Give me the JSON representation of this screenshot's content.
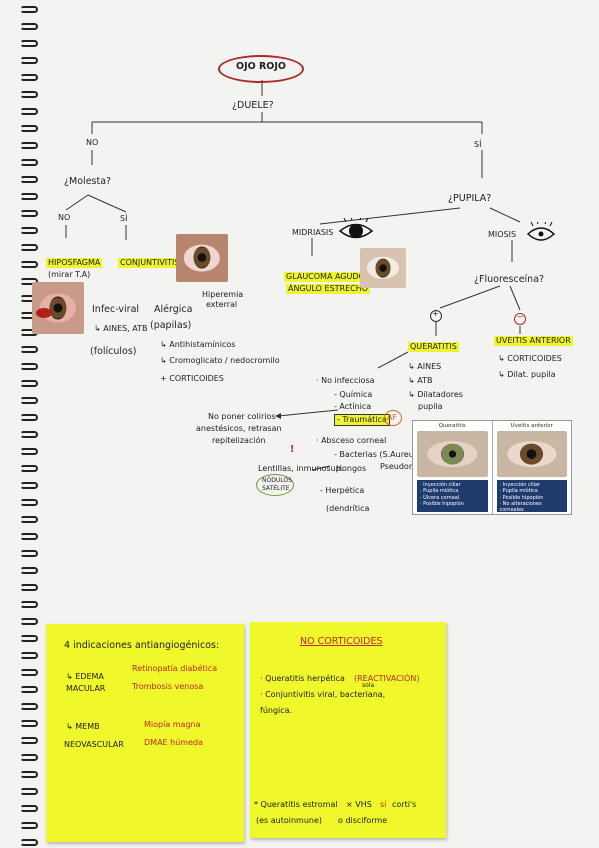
{
  "title": "OJO ROJO",
  "q_duele": "¿DUELE?",
  "no": "NO",
  "si": "SÍ",
  "q_molesta": "¿Molesta?",
  "no2": "NO",
  "si2": "SÍ",
  "hiposfagma": "HIPOSFAGMA",
  "hiposfagma_note": "(mirar T.A)",
  "conjuntivitis": "CONJUNTIVITIS",
  "hiperemia": "Hiperemia",
  "hiperemia2": "exterral",
  "infec_viral": "Infec-viral",
  "infec_tx": "↳ AINES, ATB",
  "foliculos": "(folículos)",
  "alergica": "Alérgica",
  "papilas": "(papilas)",
  "aler_tx1": "↳ Antihistamínicos",
  "aler_tx2": "↳ Cromoglicato / nedocromilo",
  "aler_tx3": "+ CORTICOIDES",
  "q_pupila": "¿PUPILA?",
  "midriasis": "MIDRIASIS",
  "miosis": "MIOSIS",
  "glaucoma1": "GLAUCOMA AGUDO",
  "glaucoma2": "ÁNGULO ESTRECHO",
  "q_fluor": "¿Fluoresceína?",
  "plus": "+",
  "minus": "−",
  "queratitis": "QUERATITIS",
  "uveitis": "UVEITIS ANTERIOR",
  "uv_tx1": "↳ CORTICOIDES",
  "uv_tx2": "↳ Dilat. pupila",
  "q_tx1": "↳ AINES",
  "q_tx2": "↳ ATB",
  "q_tx3": "↳ Dilatadores",
  "q_tx4": "pupila",
  "no_infecc": "· No infecciosa",
  "quimica": "- Química",
  "actinica": "- Actínica",
  "traumatica": "- Traumática",
  "af": "AF",
  "no_poner1": "No poner colirios",
  "no_poner2": "anestésicos, retrasan",
  "no_poner3": "repitelización",
  "exclaim": "!",
  "absceso": "· Absceso corneal",
  "bacterias": "- Bacterias (S.Aureus,",
  "bacterias2": "Pseudom)",
  "hongos": "Hongos",
  "lentillas": "Lentillas, inmunosup.",
  "nodulos1": "NÓDULOS",
  "nodulos2": "SATÉLITE",
  "herpetica": "- Herpética",
  "dendritica": "(dendrítica",
  "cmp_q_title": "Queratitis",
  "cmp_q_items": [
    "· Inyección ciliar",
    "· Pupila miótica",
    "· Úlcera corneal",
    "· Posible hipopión"
  ],
  "cmp_u_title": "Uveítis anterior",
  "cmp_u_items": [
    "· Inyección ciliar",
    "· Pupila miótica",
    "· Posible hipopión",
    "· No alteraciones corneales"
  ],
  "s1_title": "4 indicaciones antiangiogénicos:",
  "s1_edema1": "↳ EDEMA",
  "s1_edema2": "MACULAR",
  "s1_reti": "Retinopatía diabética",
  "s1_trombo": "Trombosis venosa",
  "s1_memb1": "↳ MEMB",
  "s1_memb2": "NEOVASCULAR",
  "s1_miopia": "Miopía magna",
  "s1_dmae": "DMAE húmeda",
  "s2_title": "NO CORTICOIDES",
  "s2_l1a": "· Queratitis herpética",
  "s2_l1b": "(REACTIVACIÓN)",
  "s2_l2": "· Conjuntivitis viral, bacteriana,",
  "s2_l2sup": "sola",
  "s2_l3": "fúngica.",
  "s2_l4a": "* Queratitis estromal",
  "s2_l4b": "× VHS",
  "s2_l4c": "sí",
  "s2_l4d": "corti's",
  "s2_l5a": "(es autoinmune)",
  "s2_l5b": "o disciforme"
}
